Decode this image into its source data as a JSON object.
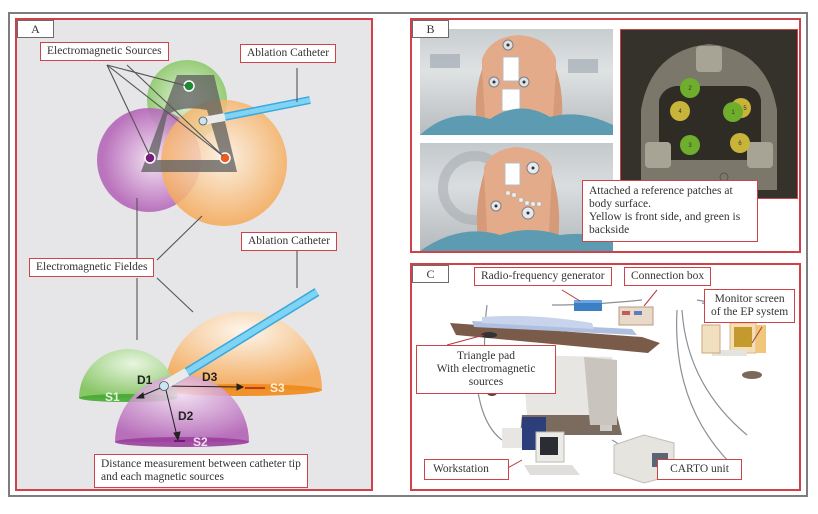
{
  "panels": {
    "a": {
      "letter": "A",
      "labels": {
        "em_sources": "Electromagnetic Sources",
        "ablation_catheter_top": "Ablation Catheter",
        "em_fields": "Electromagnetic Fieldes",
        "ablation_catheter_bottom": "Ablation Catheter",
        "distance_line1": "Distance measurement between catheter tip",
        "distance_line2": "and each magnetic sources"
      },
      "marks": {
        "d1": "D1",
        "d2": "D2",
        "d3": "D3",
        "s1": "S1",
        "s2": "S2",
        "s3": "S3"
      },
      "colors": {
        "green": "#8dc96a",
        "purple": "#b566b8",
        "orange": "#f5a855",
        "catheter": "#5bc0ea",
        "pad": "#6e6e6e"
      }
    },
    "b": {
      "letter": "B",
      "patch_numbers": [
        "1",
        "2",
        "3",
        "4",
        "5",
        "6"
      ],
      "caption_lines": [
        "Attached a reference patches at",
        "body surface.",
        "Yellow is front side, and green is",
        "backside"
      ],
      "colors": {
        "front": "#c9b43a",
        "back": "#6fae2c"
      }
    },
    "c": {
      "letter": "C",
      "labels": {
        "rf_generator": "Radio-frequency generator",
        "connection_box": "Connection box",
        "monitor_line1": "Monitor screen",
        "monitor_line2": "of the EP system",
        "triangle_line1": "Triangle pad",
        "triangle_line2": "With electromagnetic",
        "triangle_line3": "sources",
        "workstation": "Workstation",
        "carto_unit": "CARTO unit"
      }
    }
  },
  "colors": {
    "frame": "#7d7d7d",
    "panel_border": "#d0424a"
  }
}
